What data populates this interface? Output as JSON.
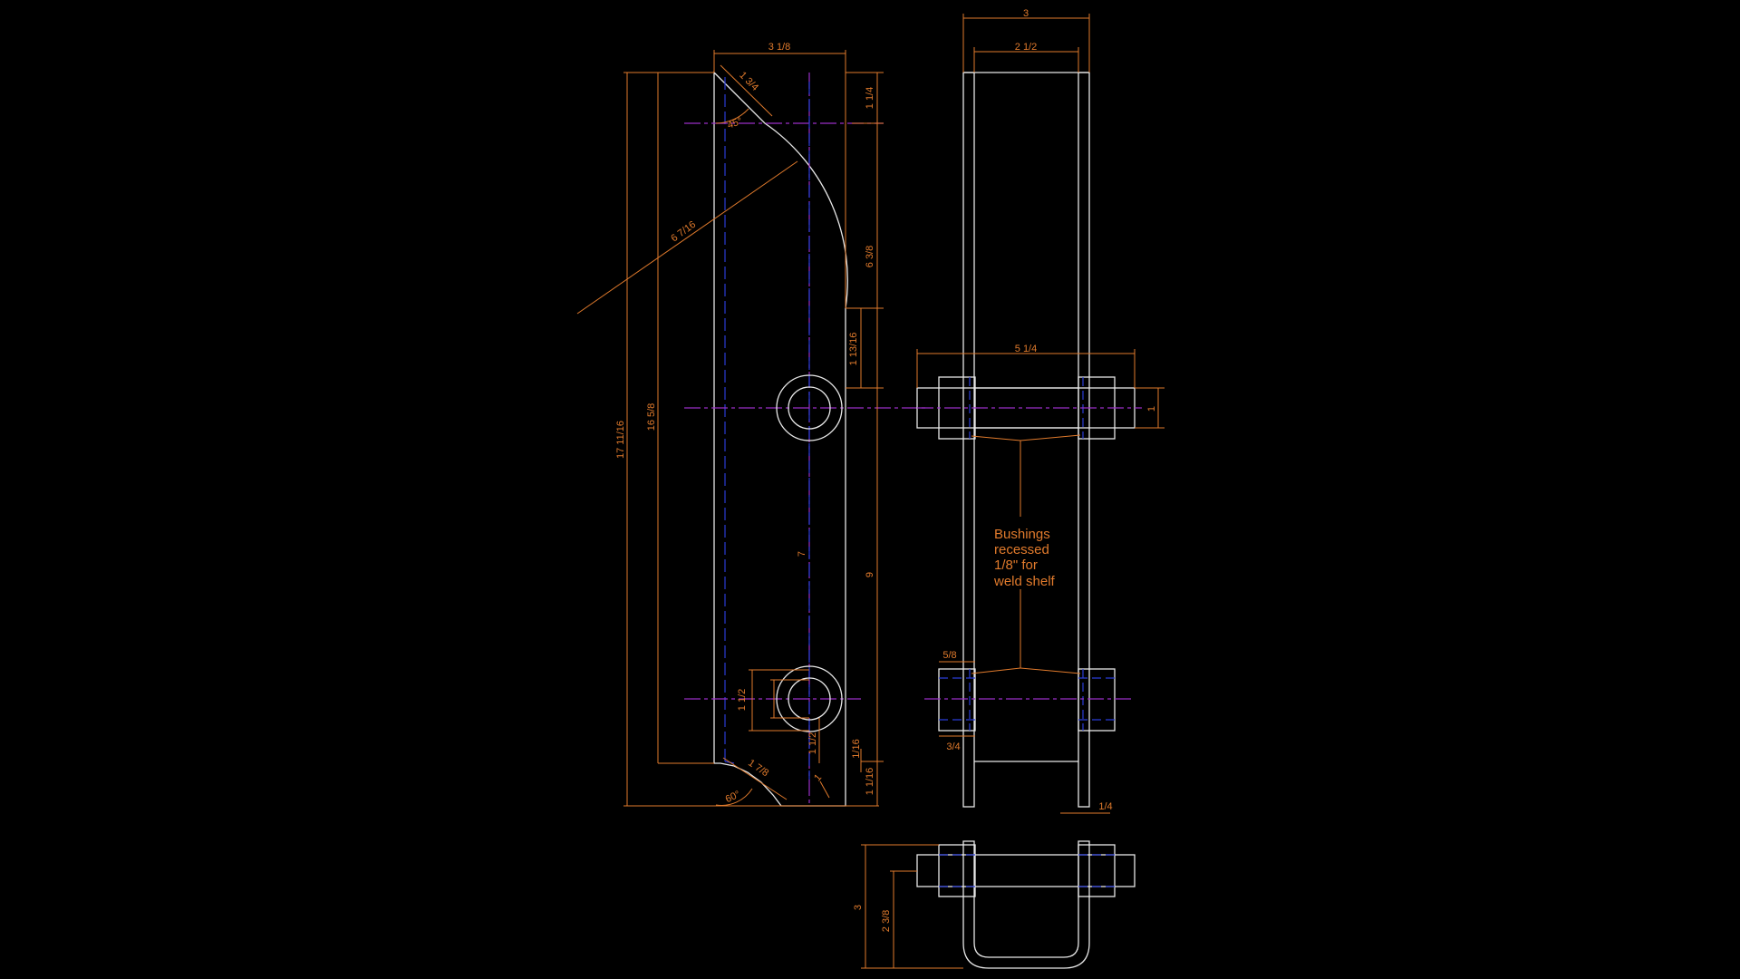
{
  "colors": {
    "background": "#000000",
    "part_line": "#e8e8e8",
    "dimension": "#e07a2c",
    "center_line": "#9a2fc7",
    "hidden_line": "#2a3cd6"
  },
  "side_view": {
    "dims": {
      "top_width": "3 1/8",
      "chamfer": "1 3/4",
      "angle_top": "45°",
      "radius": "6 7/16",
      "overall_height": "17 11/16",
      "inner_height": "16 5/8",
      "right_top": "1 1/4",
      "right_arc": "6 3/8",
      "right_gap": "1 13/16",
      "right_pitch": "9",
      "center_pitch": "7",
      "bottom_hole": "1 1/2",
      "bottom_hole_offset": "1 1/2",
      "bottom_chamfer": "1 7/8",
      "bottom_angle": "60°",
      "bottom_leg": "1",
      "right_small": "1/16",
      "right_bottom": "1 1/16"
    }
  },
  "front_view": {
    "dims": {
      "outer_width": "3",
      "inner_width": "2 1/2",
      "bushing_span": "5 1/4",
      "bushing_dia": "1",
      "bushing_recess": "5/8",
      "bushing_depth": "3/4",
      "plate": "1/4"
    },
    "note_lines": [
      "Bushings",
      "recessed",
      "1/8\" for",
      "weld shelf"
    ]
  },
  "bottom_view": {
    "dims": {
      "height": "3",
      "inner": "2 3/8"
    }
  }
}
